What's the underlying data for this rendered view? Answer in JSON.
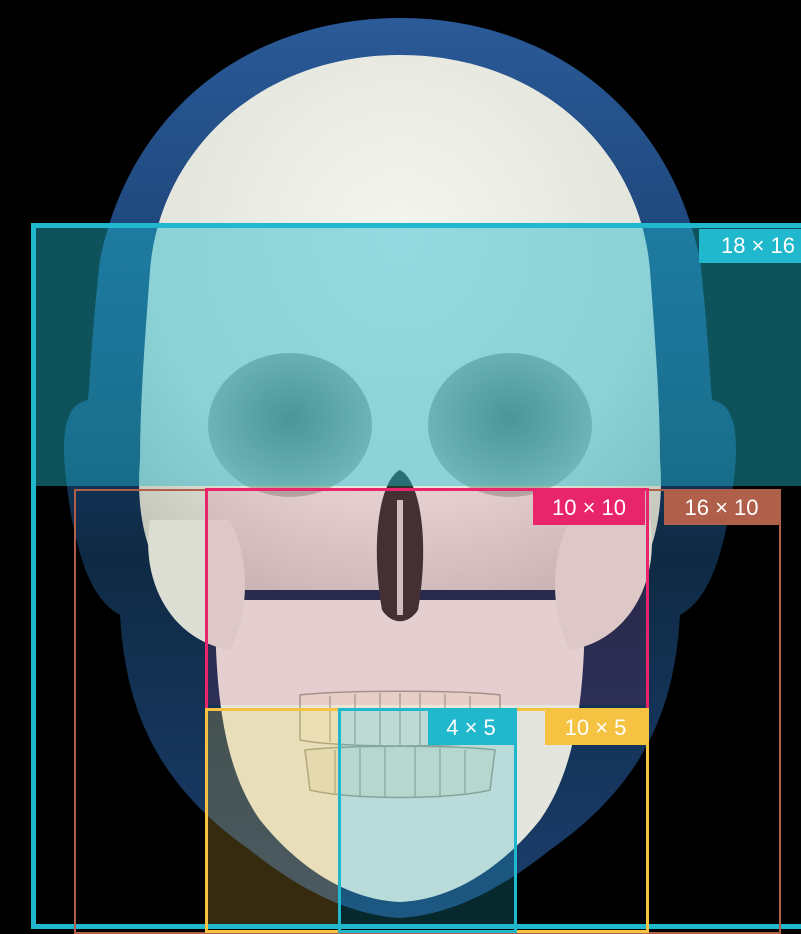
{
  "labels": {
    "overall": "18 × 16",
    "midface": "10 × 10",
    "cheek_span": "16 × 10",
    "front_teeth": "4 × 5",
    "jaw": "10 × 5"
  },
  "colors": {
    "background": "#000000",
    "head_outline": "#1e4a7e",
    "skull": "#eef0e8",
    "overall_box": "#1fb8cc",
    "midface_box": "#e8256a",
    "cheek_span_box": "#b0604a",
    "front_teeth_box": "#1fb8cc",
    "jaw_box": "#f5c242"
  }
}
